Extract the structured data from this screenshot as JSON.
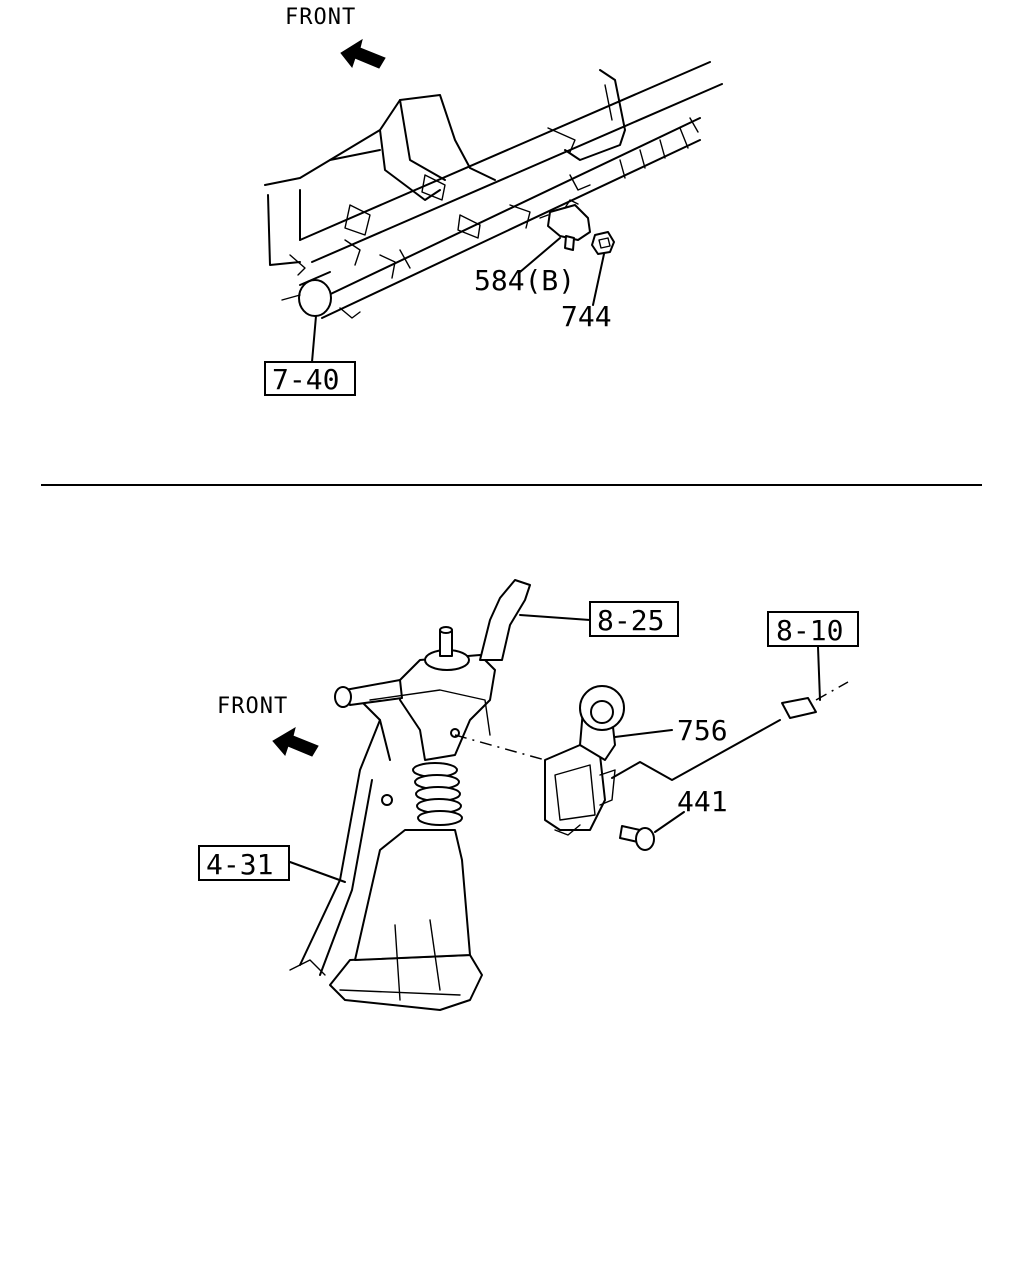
{
  "top_section": {
    "direction_label": "FRONT",
    "callouts": [
      {
        "id": "ref-7-40",
        "text": "7-40",
        "boxed": true
      },
      {
        "id": "part-584b",
        "text": "584(B)",
        "boxed": false
      },
      {
        "id": "part-744",
        "text": "744",
        "boxed": false
      }
    ]
  },
  "bottom_section": {
    "direction_label": "FRONT",
    "callouts": [
      {
        "id": "ref-8-25",
        "text": "8-25",
        "boxed": true
      },
      {
        "id": "ref-8-10",
        "text": "8-10",
        "boxed": true
      },
      {
        "id": "part-756",
        "text": "756",
        "boxed": false
      },
      {
        "id": "part-441",
        "text": "441",
        "boxed": false
      },
      {
        "id": "ref-4-31",
        "text": "4-31",
        "boxed": true
      }
    ]
  },
  "icons": {
    "front_arrow": "front-arrow-icon"
  }
}
